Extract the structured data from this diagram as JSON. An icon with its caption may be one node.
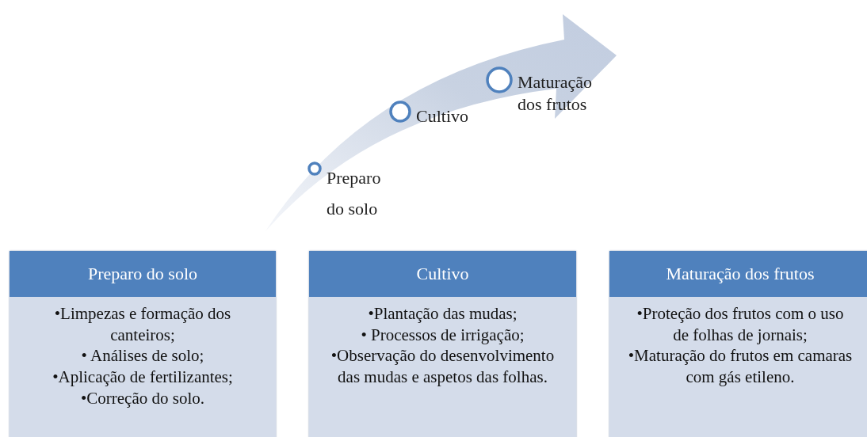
{
  "diagram": {
    "nodes": [
      {
        "text": [
          "Preparo do solo"
        ]
      },
      {
        "text": [
          "Cultivo"
        ]
      },
      {
        "text": [
          "Maturação dos frutos"
        ]
      },
      {
        "text": [
          "Preparo do solo",
          "•Limpezas e formação dos canteiros;",
          "• Análises de solo;",
          "•Aplicação de fertilizantes;",
          "•Correção do solo."
        ]
      },
      {
        "text": [
          "Cultivo",
          "•Plantação das mudas;",
          "• Processos de irrigação;",
          "•Observação do desenvolvimento das mudas e aspetos das folhas."
        ]
      },
      {
        "text": [
          "Maturação dos frutos",
          "•Proteção dos frutos com o uso de folhas de jornais;",
          "•Maturação do frutos em camaras com gás etileno."
        ]
      }
    ]
  }
}
